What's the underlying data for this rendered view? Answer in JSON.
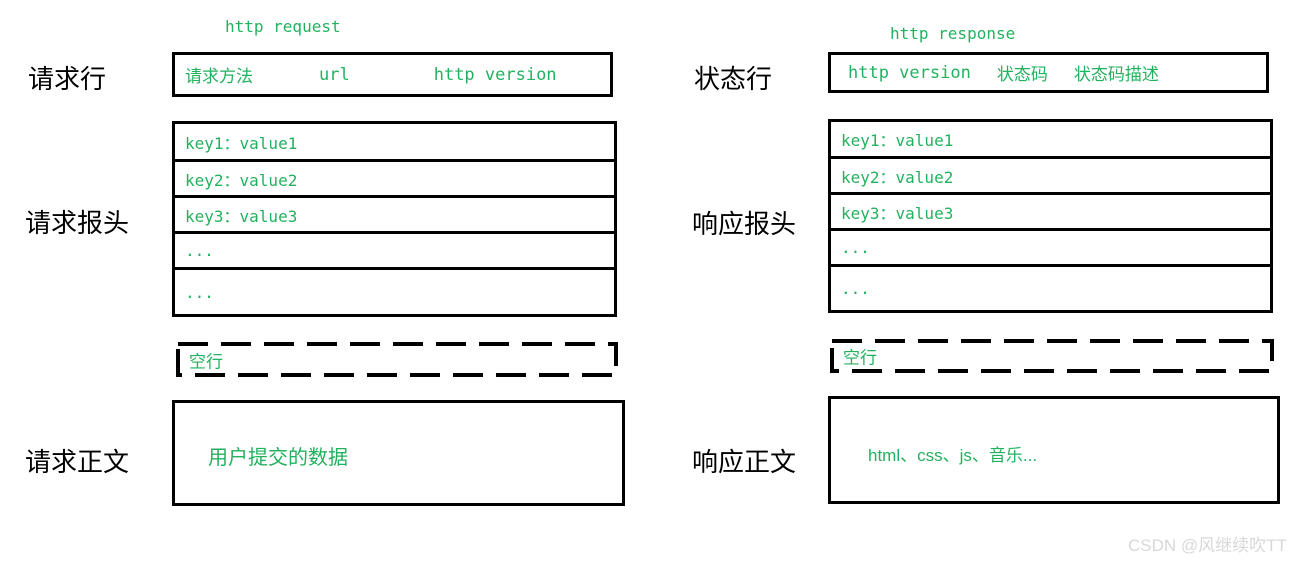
{
  "colors": {
    "accent_green": "#22b25f",
    "border_black": "#000000",
    "watermark_gray": "#d8d8d8",
    "background": "#ffffff"
  },
  "request": {
    "title": "http request",
    "line_label": "请求行",
    "line_parts": [
      "请求方法",
      "url",
      "http version"
    ],
    "headers_label": "请求报头",
    "header_rows": [
      "key1：value1",
      "key2：value2",
      "key3：value3",
      "...",
      "..."
    ],
    "blank_line_label": "空行",
    "body_label": "请求正文",
    "body_text": "用户提交的数据"
  },
  "response": {
    "title": "http response",
    "line_label": "状态行",
    "line_parts": [
      "http version",
      "状态码",
      "状态码描述"
    ],
    "headers_label": "响应报头",
    "header_rows": [
      "key1：value1",
      "key2：value2",
      "key3：value3",
      "...",
      "..."
    ],
    "blank_line_label": "空行",
    "body_label": "响应正文",
    "body_text": "html、css、js、音乐..."
  },
  "watermark": "CSDN @风继续吹TT"
}
